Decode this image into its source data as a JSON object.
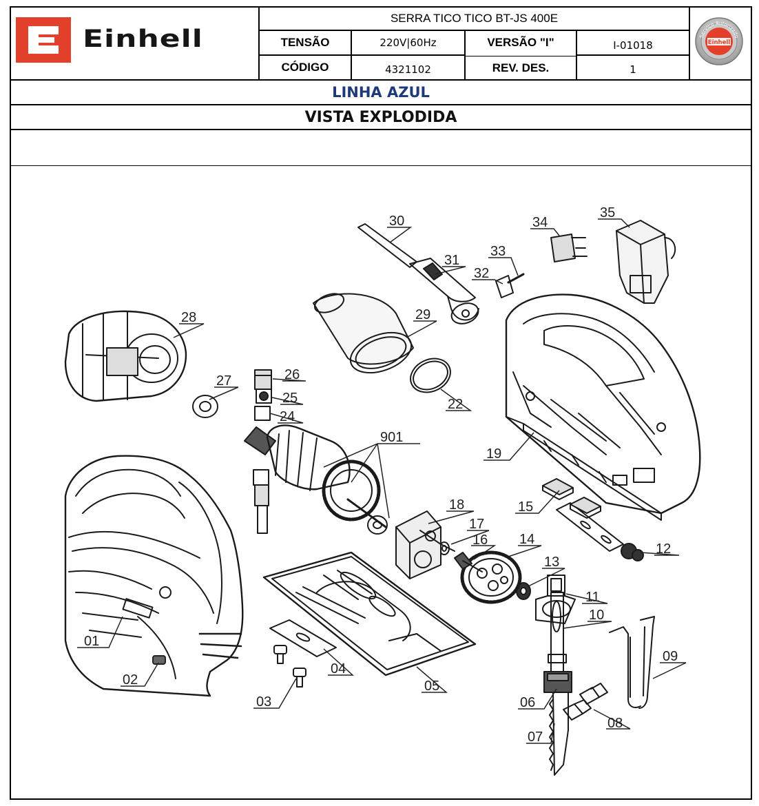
{
  "header": {
    "brand": "Einhell",
    "product_title": "SERRA TICO TICO BT-JS 400E",
    "fields": {
      "tensao_label": "TENSÃO",
      "tensao_value": "220V|60Hz",
      "versao_label": "VERSÃO \"I\"",
      "versao_value": "I-01018",
      "codigo_label": "CÓDIGO",
      "codigo_value": "4321102",
      "rev_label": "REV. DES.",
      "rev_value": "1"
    },
    "seal_text_top": "Serviço Autorizado",
    "seal_brand": "Einhell"
  },
  "line_title": "LINHA AZUL",
  "view_title": "VISTA EXPLODIDA",
  "colors": {
    "brand_red": "#e2402b",
    "title_blue": "#1f3a7a",
    "line_black": "#000000"
  },
  "parts": [
    {
      "id": "p01",
      "label": "01"
    },
    {
      "id": "p02",
      "label": "02"
    },
    {
      "id": "p03",
      "label": "03"
    },
    {
      "id": "p04",
      "label": "04"
    },
    {
      "id": "p05",
      "label": "05"
    },
    {
      "id": "p06",
      "label": "06"
    },
    {
      "id": "p07",
      "label": "07"
    },
    {
      "id": "p08",
      "label": "08"
    },
    {
      "id": "p09",
      "label": "09"
    },
    {
      "id": "p10",
      "label": "10"
    },
    {
      "id": "p11",
      "label": "11"
    },
    {
      "id": "p12",
      "label": "12"
    },
    {
      "id": "p13",
      "label": "13"
    },
    {
      "id": "p14",
      "label": "14"
    },
    {
      "id": "p15",
      "label": "15"
    },
    {
      "id": "p16",
      "label": "16"
    },
    {
      "id": "p17",
      "label": "17"
    },
    {
      "id": "p18",
      "label": "18"
    },
    {
      "id": "p19",
      "label": "19"
    },
    {
      "id": "p22",
      "label": "22"
    },
    {
      "id": "p24",
      "label": "24"
    },
    {
      "id": "p25",
      "label": "25"
    },
    {
      "id": "p26",
      "label": "26"
    },
    {
      "id": "p27",
      "label": "27"
    },
    {
      "id": "p28",
      "label": "28"
    },
    {
      "id": "p29",
      "label": "29"
    },
    {
      "id": "p30",
      "label": "30"
    },
    {
      "id": "p31",
      "label": "31"
    },
    {
      "id": "p32",
      "label": "32"
    },
    {
      "id": "p33",
      "label": "33"
    },
    {
      "id": "p34",
      "label": "34"
    },
    {
      "id": "p35",
      "label": "35"
    },
    {
      "id": "p901",
      "label": "901"
    }
  ]
}
